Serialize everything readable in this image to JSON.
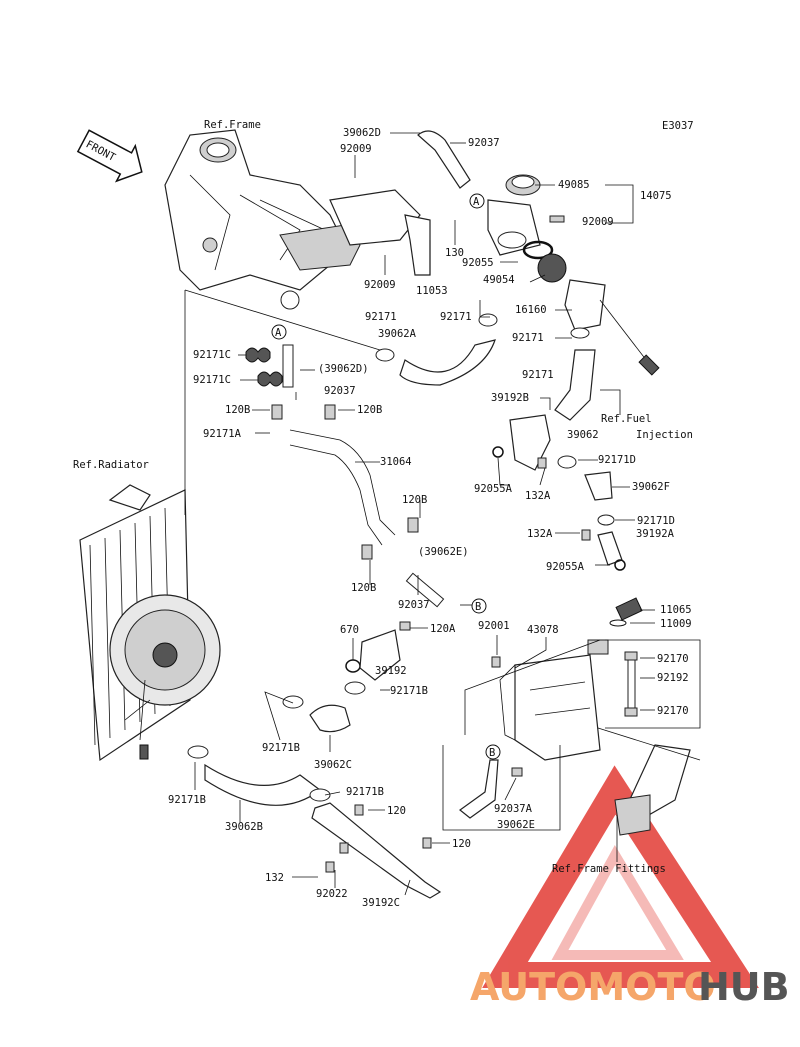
{
  "diagram": {
    "code": "E3037",
    "front_label": "FRONT",
    "refs": {
      "frame": "Ref.Frame",
      "radiator": "Ref.Radiator",
      "fuel1": "Ref.Fuel",
      "fuel2": "Injection",
      "frame_fittings": "Ref.Frame Fittings"
    },
    "markers": {
      "a": "A",
      "b": "B"
    },
    "labels": [
      {
        "id": "39062D",
        "text": "39062D"
      },
      {
        "id": "92037_t",
        "text": "92037"
      },
      {
        "id": "92009_a",
        "text": "92009"
      },
      {
        "id": "49085",
        "text": "49085"
      },
      {
        "id": "14075",
        "text": "14075"
      },
      {
        "id": "92009_b",
        "text": "92009"
      },
      {
        "id": "130",
        "text": "130"
      },
      {
        "id": "92055",
        "text": "92055"
      },
      {
        "id": "49054",
        "text": "49054"
      },
      {
        "id": "92009_c",
        "text": "92009"
      },
      {
        "id": "11053",
        "text": "11053"
      },
      {
        "id": "16160",
        "text": "16160"
      },
      {
        "id": "92171_a",
        "text": "92171"
      },
      {
        "id": "92171_b",
        "text": "92171"
      },
      {
        "id": "39062A",
        "text": "39062A"
      },
      {
        "id": "92171_c",
        "text": "92171"
      },
      {
        "id": "92171C_a",
        "text": "92171C"
      },
      {
        "id": "39062D_p",
        "text": "(39062D)"
      },
      {
        "id": "92171C_b",
        "text": "92171C"
      },
      {
        "id": "92037_m",
        "text": "92037"
      },
      {
        "id": "92171_d",
        "text": "92171"
      },
      {
        "id": "39192B",
        "text": "39192B"
      },
      {
        "id": "fuel_ref1",
        "text": "Ref.Fuel"
      },
      {
        "id": "120B_a",
        "text": "120B"
      },
      {
        "id": "120B_b",
        "text": "120B"
      },
      {
        "id": "92171A",
        "text": "92171A"
      },
      {
        "id": "39062",
        "text": "39062"
      },
      {
        "id": "fuel_ref2",
        "text": "Injection"
      },
      {
        "id": "92171D_a",
        "text": "92171D"
      },
      {
        "id": "31064",
        "text": "31064"
      },
      {
        "id": "92055A_a",
        "text": "92055A"
      },
      {
        "id": "132A_a",
        "text": "132A"
      },
      {
        "id": "39062F",
        "text": "39062F"
      },
      {
        "id": "120B_c",
        "text": "120B"
      },
      {
        "id": "92171D_b",
        "text": "92171D"
      },
      {
        "id": "132A_b",
        "text": "132A"
      },
      {
        "id": "39192A",
        "text": "39192A"
      },
      {
        "id": "39062E_p",
        "text": "(39062E)"
      },
      {
        "id": "92055A_b",
        "text": "92055A"
      },
      {
        "id": "120B_d",
        "text": "120B"
      },
      {
        "id": "92037_l",
        "text": "92037"
      },
      {
        "id": "11065",
        "text": "11065"
      },
      {
        "id": "92001",
        "text": "92001"
      },
      {
        "id": "43078",
        "text": "43078"
      },
      {
        "id": "11009",
        "text": "11009"
      },
      {
        "id": "670",
        "text": "670"
      },
      {
        "id": "120A",
        "text": "120A"
      },
      {
        "id": "92170_a",
        "text": "92170"
      },
      {
        "id": "39192",
        "text": "39192"
      },
      {
        "id": "92192",
        "text": "92192"
      },
      {
        "id": "92171B_a",
        "text": "92171B"
      },
      {
        "id": "92170_b",
        "text": "92170"
      },
      {
        "id": "92171B_b",
        "text": "92171B"
      },
      {
        "id": "39062C",
        "text": "39062C"
      },
      {
        "id": "92171B_c",
        "text": "92171B"
      },
      {
        "id": "92171B_d",
        "text": "92171B"
      },
      {
        "id": "120_a",
        "text": "120"
      },
      {
        "id": "92037A",
        "text": "92037A"
      },
      {
        "id": "39062B",
        "text": "39062B"
      },
      {
        "id": "39062E",
        "text": "39062E"
      },
      {
        "id": "120_b",
        "text": "120"
      },
      {
        "id": "132",
        "text": "132"
      },
      {
        "id": "92022",
        "text": "92022"
      },
      {
        "id": "39192C",
        "text": "39192C"
      }
    ],
    "watermark": {
      "part1": "AUTOMOTO",
      "part2": "HUB",
      "color1": "#f5a66a",
      "color2": "#555555",
      "triangle_color": "#e23b35"
    }
  }
}
